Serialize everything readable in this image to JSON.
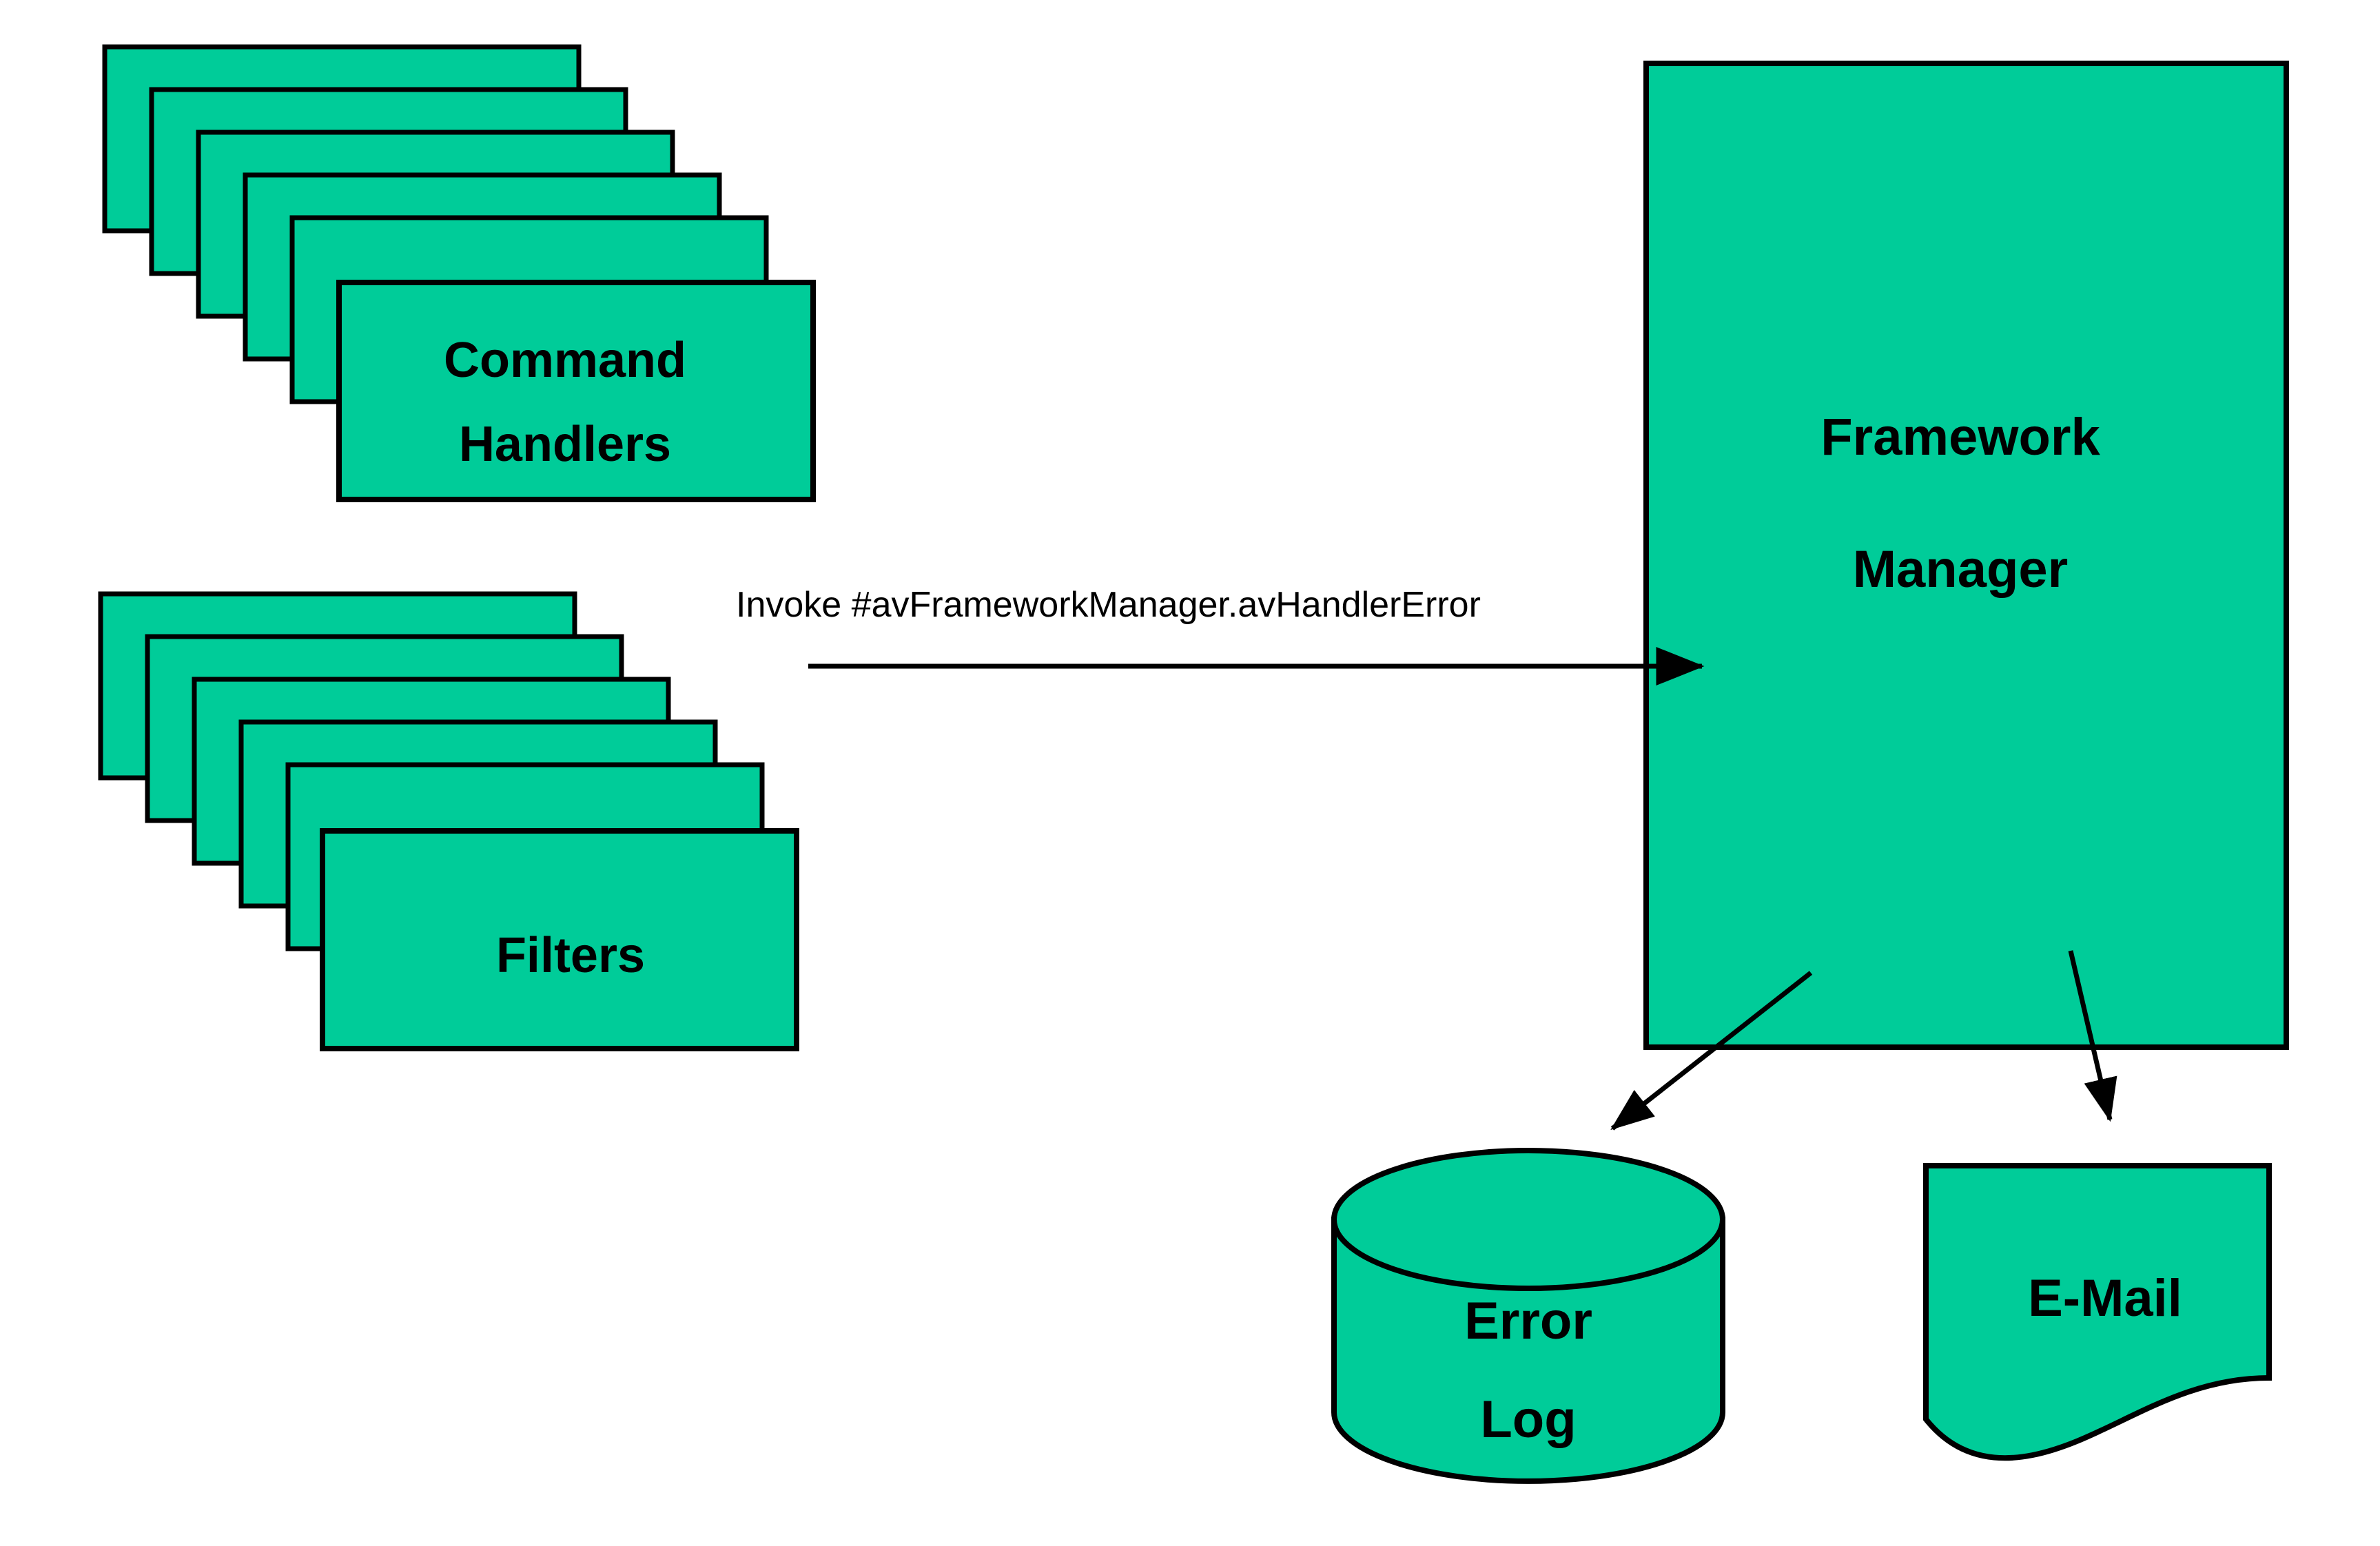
{
  "diagram": {
    "title": "Framework Manager error handling flow",
    "background_color": "#FFFFFF",
    "shape_fill_color": "#00CC99",
    "shape_stroke_color": "#000000",
    "text_color": "#000000",
    "nodes": {
      "command_handlers": {
        "label_line1": "Command",
        "label_line2": "Handlers",
        "shape": "stacked-rectangles",
        "stack_count": 6
      },
      "filters": {
        "label_line1": "Filters",
        "label_line2": "",
        "shape": "stacked-rectangles",
        "stack_count": 6
      },
      "framework_manager": {
        "label_line1": "Framework",
        "label_line2": "Manager",
        "shape": "rectangle"
      },
      "error_log": {
        "label_line1": "Error",
        "label_line2": "Log",
        "shape": "cylinder"
      },
      "email": {
        "label_line1": "E-Mail",
        "label_line2": "",
        "shape": "document"
      }
    },
    "edges": [
      {
        "id": "invoke-edge",
        "from": "filters",
        "to": "framework_manager",
        "label": "Invoke #avFrameworkManager.avHandlerError",
        "style": "solid-arrow"
      },
      {
        "id": "log-edge",
        "from": "framework_manager",
        "to": "error_log",
        "label": "",
        "style": "solid-arrow"
      },
      {
        "id": "email-edge",
        "from": "framework_manager",
        "to": "email",
        "label": "",
        "style": "solid-arrow"
      }
    ]
  }
}
